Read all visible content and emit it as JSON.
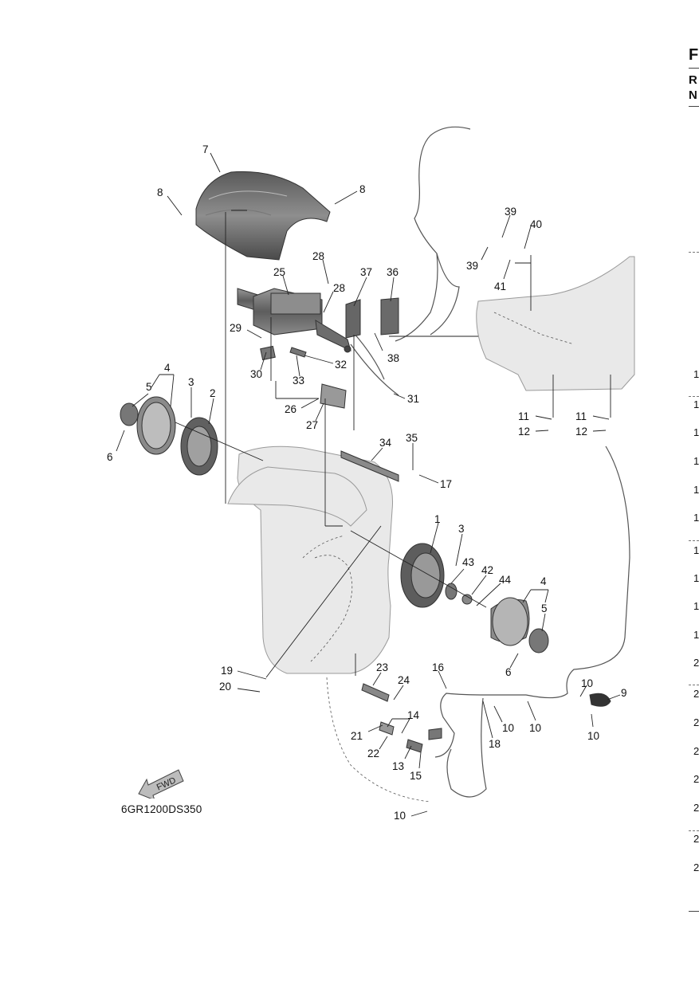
{
  "diagram_code": "6GR1200DS350",
  "fwd_label": "FWD",
  "edge_header": {
    "top": "F",
    "line2": "R",
    "line3": "N"
  },
  "edge_index": [
    "1",
    "1",
    "1",
    "1",
    "1",
    "1",
    "1",
    "1",
    "1",
    "1",
    "2",
    "2",
    "2",
    "2",
    "2",
    "2",
    "2",
    "2"
  ],
  "callouts": [
    "7",
    "8",
    "8",
    "28",
    "25",
    "28",
    "29",
    "30",
    "33",
    "32",
    "26",
    "27",
    "37",
    "36",
    "38",
    "31",
    "39",
    "40",
    "39",
    "41",
    "11",
    "12",
    "11",
    "12",
    "4",
    "5",
    "3",
    "2",
    "6",
    "34",
    "35",
    "17",
    "1",
    "3",
    "43",
    "42",
    "44",
    "4",
    "5",
    "6",
    "19",
    "20",
    "23",
    "24",
    "16",
    "14",
    "21",
    "22",
    "13",
    "15",
    "18",
    "10",
    "10",
    "10",
    "9",
    "10",
    "10"
  ]
}
